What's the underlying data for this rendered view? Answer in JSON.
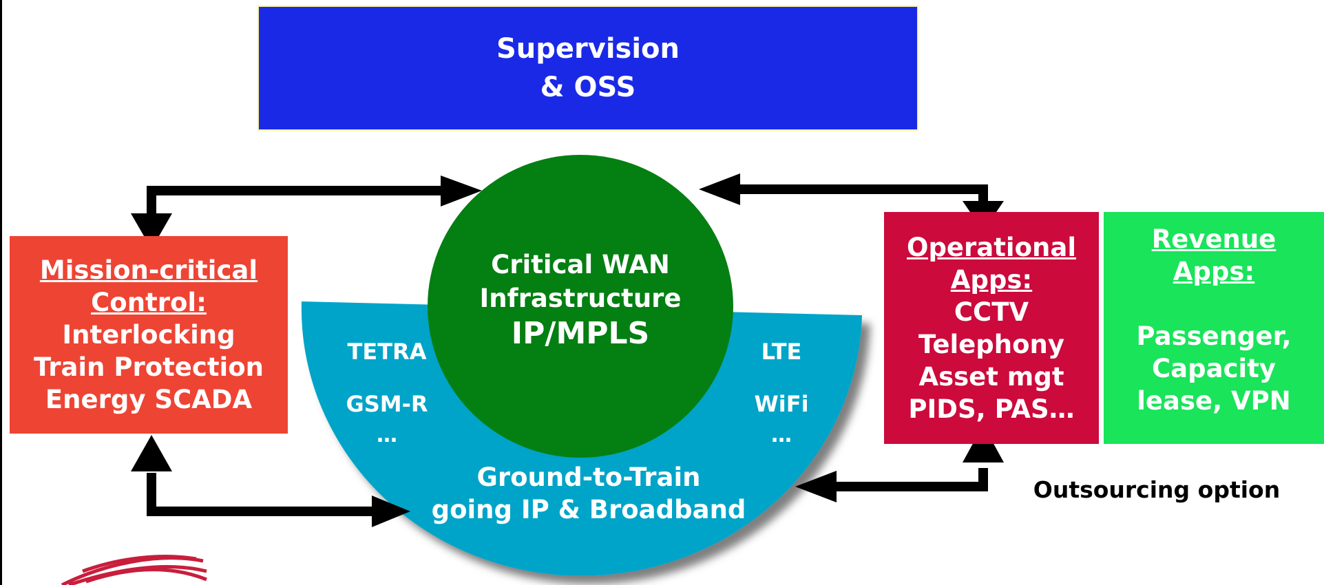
{
  "supervision": {
    "line1": "Supervision",
    "line2": "& OSS"
  },
  "wan": {
    "line1": "Critical WAN",
    "line2": "Infrastructure",
    "line3": "IP/MPLS"
  },
  "ground": {
    "left1": "TETRA",
    "left2": "GSM-R",
    "left3": "…",
    "right1": "LTE",
    "right2": "WiFi",
    "right3": "…",
    "line1": "Ground-to-Train",
    "line2": "going IP & Broadband"
  },
  "mission": {
    "title1": "Mission-critical",
    "title2": "Control:",
    "items": [
      "Interlocking",
      "Train Protection",
      "Energy SCADA"
    ]
  },
  "operational": {
    "title1": "Operational",
    "title2": "Apps:",
    "items": [
      "CCTV",
      "Telephony",
      "Asset mgt",
      "PIDS, PAS…"
    ]
  },
  "revenue": {
    "title1": "Revenue",
    "title2": "Apps:",
    "items": [
      "Passenger,",
      "Capacity",
      "lease, VPN"
    ]
  },
  "outsourcing": "Outsourcing option",
  "colors": {
    "supervision": "#1a29e6",
    "wan": "#047f12",
    "ground": "#00a4c8",
    "mission": "#ee4434",
    "operational": "#cc0a3c",
    "revenue": "#19e45a"
  }
}
